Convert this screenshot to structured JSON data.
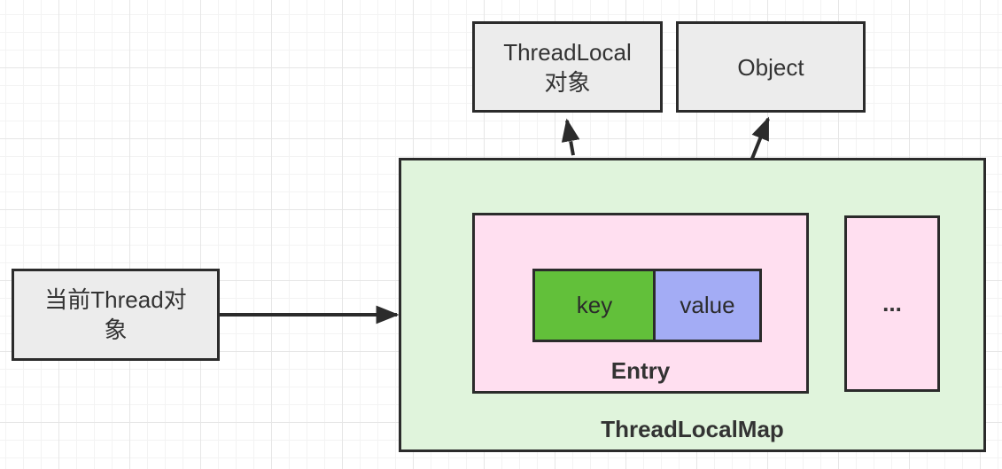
{
  "thread_box": {
    "line1": "当前Thread对",
    "line2": "象"
  },
  "threadlocal_box": {
    "line1": "ThreadLocal",
    "line2": "对象"
  },
  "object_box": {
    "label": "Object"
  },
  "entry": {
    "key_label": "key",
    "value_label": "value",
    "title": "Entry"
  },
  "more_box": {
    "label": "..."
  },
  "map": {
    "title": "ThreadLocalMap"
  },
  "colors": {
    "map_fill": "#e0f4dc",
    "entry_fill": "#ffdff0",
    "key_fill": "#62c03a",
    "value_fill": "#a3acf5",
    "node_fill": "#ececec",
    "stroke": "#2b2b2b"
  }
}
